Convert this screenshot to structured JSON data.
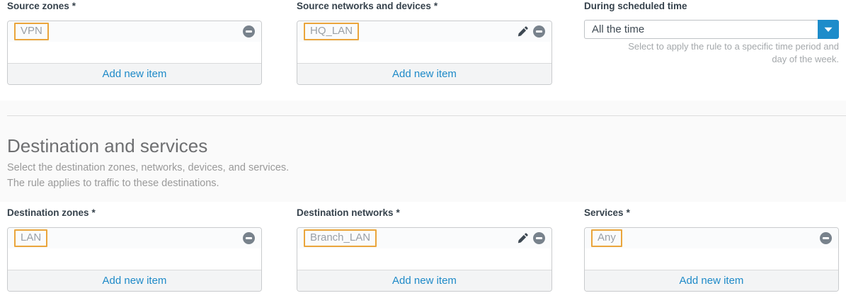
{
  "required_mark": "*",
  "source": {
    "zones": {
      "label": "Source zones",
      "chip": "VPN",
      "add_label": "Add new item"
    },
    "networks": {
      "label": "Source networks and devices",
      "chip": "HQ_LAN",
      "add_label": "Add new item"
    },
    "schedule": {
      "label": "During scheduled time",
      "value": "All the time",
      "help1": "Select to apply the rule to a specific time period and",
      "help2": "day of the week."
    }
  },
  "destination": {
    "heading": "Destination and services",
    "description1": "Select the destination zones, networks, devices, and services.",
    "description2": "The rule applies to traffic to these destinations.",
    "zones": {
      "label": "Destination zones",
      "chip": "LAN",
      "add_label": "Add new item"
    },
    "networks": {
      "label": "Destination networks",
      "chip": "Branch_LAN",
      "add_label": "Add new item"
    },
    "services": {
      "label": "Services",
      "chip": "Any",
      "add_label": "Add new item"
    }
  },
  "icons": {
    "remove_item": "minus-circle ⊖",
    "edit_item": "pencil ✏",
    "dropdown": "chevron-down ▾"
  },
  "colors": {
    "accent_blue": "#1d8cca",
    "link_blue": "#1e8ac8",
    "chip_highlight_orange": "#eaa53c",
    "label_text": "#36424c",
    "section_band_bg": "#fafafa",
    "icon_slate": "#78828c"
  }
}
